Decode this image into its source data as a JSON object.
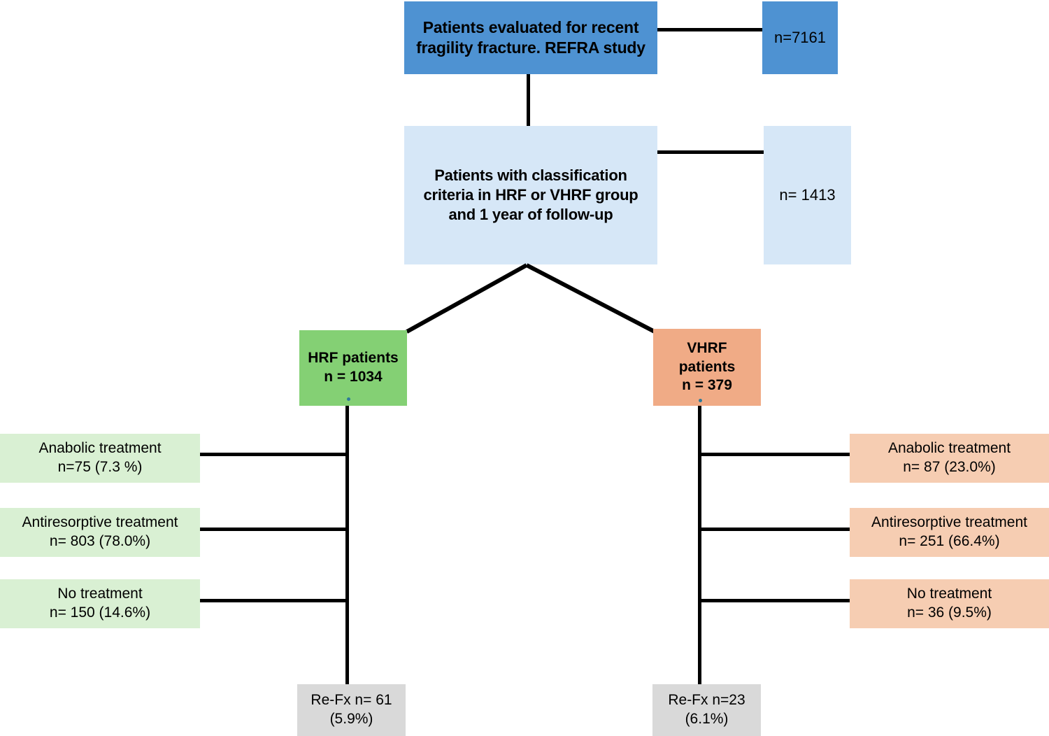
{
  "diagram": {
    "title": "REFRA study patient flow diagram",
    "type": "flowchart",
    "colors": {
      "top_box": "#4E92D2",
      "second_box": "#D6E7F7",
      "hrf_group": "#84D074",
      "vhrf_group": "#F0AB86",
      "hrf_leaf": "#D9F0D3",
      "vhrf_leaf": "#F6CDB2",
      "outcome": "#D9D9D9",
      "connector": "#000000"
    }
  },
  "nodes": {
    "top": {
      "line1": "Patients evaluated for recent",
      "line2": "fragility fracture. REFRA study",
      "count_label": "n=7161"
    },
    "second": {
      "line1": "Patients with classification",
      "line2": "criteria in HRF or VHRF group",
      "line3": "and 1 year of follow-up",
      "count_label": "n= 1413"
    },
    "hrf": {
      "line1": "HRF patients",
      "line2": "n = 1034"
    },
    "vhrf": {
      "line1": "VHRF",
      "line2": "patients",
      "line3": "n = 379"
    }
  },
  "hrf_treatments": [
    {
      "label": "Anabolic treatment",
      "value": "n=75  (7.3 %)"
    },
    {
      "label": "Antiresorptive treatment",
      "value": "n= 803 (78.0%)"
    },
    {
      "label": "No  treatment",
      "value": "n=  150 (14.6%)"
    }
  ],
  "vhrf_treatments": [
    {
      "label": "Anabolic treatment",
      "value": "n= 87  (23.0%)"
    },
    {
      "label": "Antiresorptive treatment",
      "value": "n=  251 (66.4%)"
    },
    {
      "label": "No  treatment",
      "value": "n= 36  (9.5%)"
    }
  ],
  "outcomes": {
    "hrf": {
      "line1": "Re-Fx n= 61",
      "line2": "(5.9%)"
    },
    "vhrf": {
      "line1": "Re-Fx n=23",
      "line2": "(6.1%)"
    }
  },
  "chart_data": {
    "type": "diagram",
    "title": "REFRA study patient flow",
    "stages": [
      {
        "name": "Patients evaluated for recent fragility fracture. REFRA study",
        "n": 7161
      },
      {
        "name": "Patients with classification criteria in HRF or VHRF group and 1 year of follow-up",
        "n": 1413
      }
    ],
    "groups": [
      {
        "name": "HRF patients",
        "n": 1034,
        "treatments": [
          {
            "name": "Anabolic treatment",
            "n": 75,
            "pct": 7.3
          },
          {
            "name": "Antiresorptive treatment",
            "n": 803,
            "pct": 78.0
          },
          {
            "name": "No treatment",
            "n": 150,
            "pct": 14.6
          }
        ],
        "outcome": {
          "name": "Re-Fx",
          "n": 61,
          "pct": 5.9
        }
      },
      {
        "name": "VHRF patients",
        "n": 379,
        "treatments": [
          {
            "name": "Anabolic treatment",
            "n": 87,
            "pct": 23.0
          },
          {
            "name": "Antiresorptive treatment",
            "n": 251,
            "pct": 66.4
          },
          {
            "name": "No treatment",
            "n": 36,
            "pct": 9.5
          }
        ],
        "outcome": {
          "name": "Re-Fx",
          "n": 23,
          "pct": 6.1
        }
      }
    ]
  }
}
